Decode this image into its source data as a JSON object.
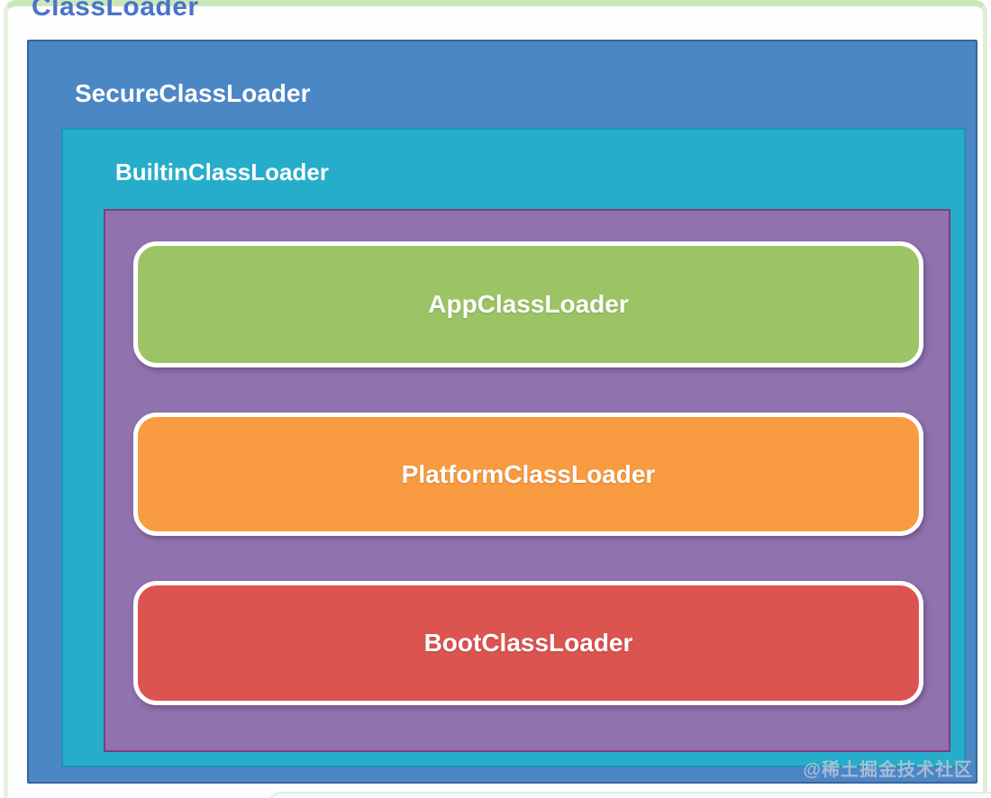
{
  "diagram": {
    "title": "ClassLoader",
    "secure_label": "SecureClassLoader",
    "builtin_label": "BuiltinClassLoader",
    "loaders": [
      {
        "label": "AppClassLoader",
        "color": "#9cc464"
      },
      {
        "label": "PlatformClassLoader",
        "color": "#f89b41"
      },
      {
        "label": "BootClassLoader",
        "color": "#dc5450"
      }
    ]
  },
  "watermark": "@稀土掘金技术社区",
  "colors": {
    "outer_border_green": "#cbe7ba",
    "title_text_blue": "#4a73c8",
    "secure_fill": "#4b86c5",
    "secure_border": "#36659f",
    "builtin_fill": "#26adcb",
    "builtin_border": "#1d93b5",
    "inner_fill": "#9072ae",
    "inner_border": "#7d3f80",
    "label_text": "#ffffff"
  }
}
